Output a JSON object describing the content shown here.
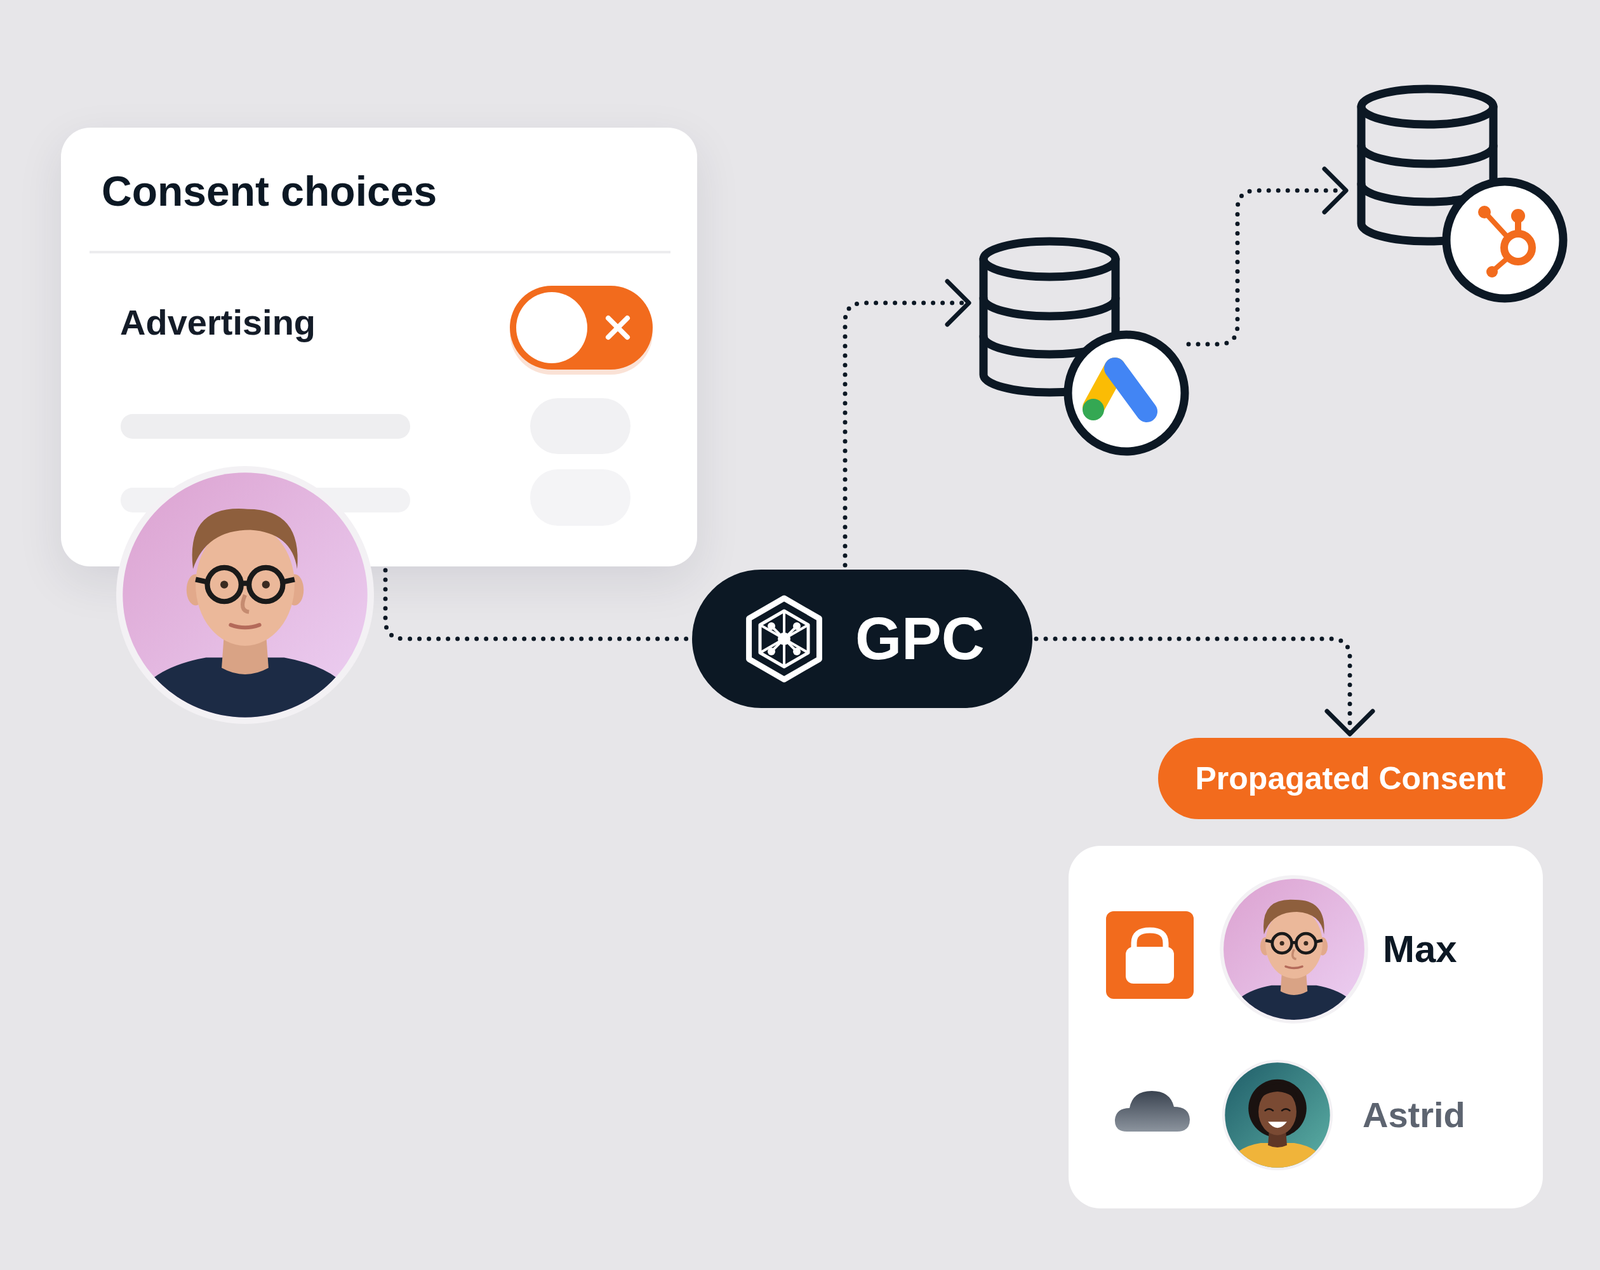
{
  "diagram": {
    "nodes": [
      {
        "text": [
          "Consent choices",
          "Advertising"
        ]
      },
      {
        "text": [
          "GPC"
        ]
      },
      {
        "text": [
          "Propagated Consent"
        ]
      },
      {
        "text": [
          "Max",
          "Astrid"
        ]
      }
    ],
    "edges": [
      {
        "from": 0,
        "to": 1,
        "arrow": "none"
      },
      {
        "from": 1,
        "to": 2,
        "arrow": "to"
      }
    ]
  }
}
